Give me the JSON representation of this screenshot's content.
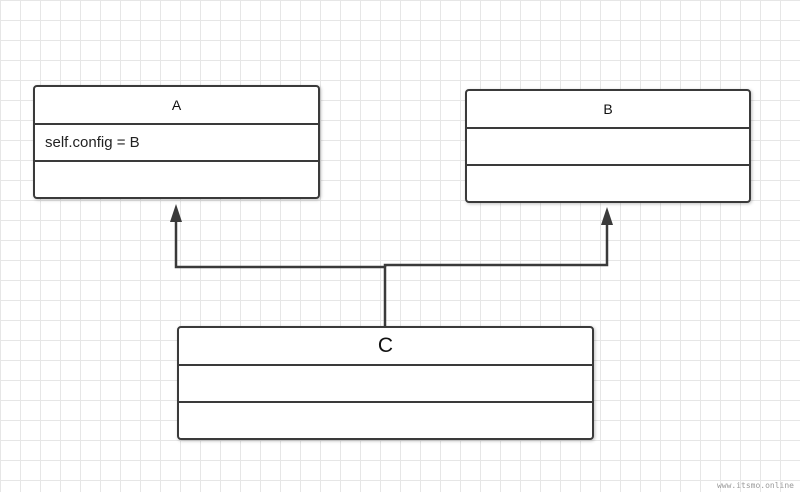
{
  "diagram": {
    "classes": [
      {
        "id": "A",
        "name": "A",
        "attributes": [
          "self.config = B"
        ],
        "methods": []
      },
      {
        "id": "B",
        "name": "B",
        "attributes": [],
        "methods": []
      },
      {
        "id": "C",
        "name": "C",
        "attributes": [],
        "methods": []
      }
    ],
    "relations": [
      {
        "type": "inheritance",
        "from": "C",
        "to": "A"
      },
      {
        "type": "inheritance",
        "from": "C",
        "to": "B"
      }
    ],
    "line_color": "#3a3a3a"
  },
  "watermark": "www.itsmo.online"
}
